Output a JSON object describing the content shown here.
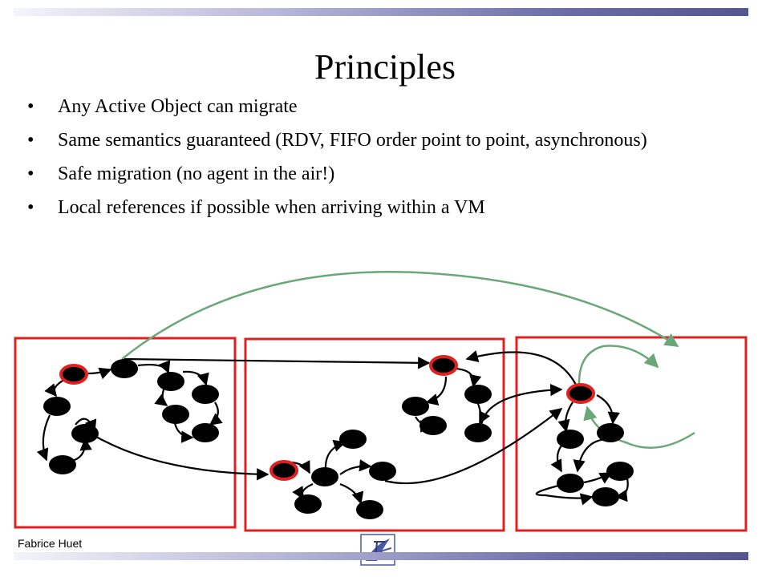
{
  "slide": {
    "title": "Principles",
    "bullets": [
      "Any Active Object can migrate",
      "Same semantics guaranteed (RDV, FIFO order point to point, asynchronous)",
      "Safe migration (no agent in the air!)",
      "Local references if possible when arriving within a VM"
    ],
    "bullet_glyph": "•",
    "footer": "Fabrice Huet"
  },
  "colors": {
    "vm_border": "#e02020",
    "active_object": "#e02020",
    "migration_arrow": "#6aa87a",
    "object_fill": "#000000"
  },
  "logo": {
    "icon": "institution-logo-icon"
  }
}
